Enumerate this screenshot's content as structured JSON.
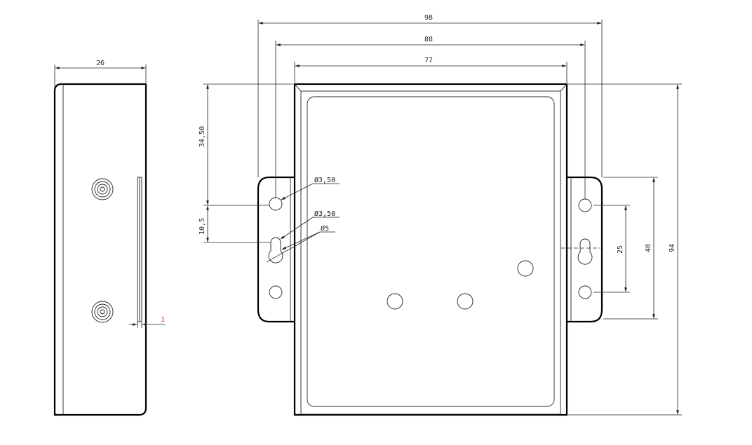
{
  "side_view": {
    "width_dim": "26",
    "lip_dim": "1"
  },
  "front_view": {
    "overall_width_dim": "98",
    "hole_pitch_dim": "88",
    "body_width_dim": "77",
    "overall_height_dim": "94",
    "top_to_hole_dim": "34,50",
    "hole_to_slot_dim": "10,5",
    "slot_span_dim": "25",
    "flange_hole_span_dim": "40",
    "hole_diameter_label_1": "Ø3,50",
    "hole_diameter_label_2": "Ø3,50",
    "slot_diameter_label": "Ø5"
  }
}
